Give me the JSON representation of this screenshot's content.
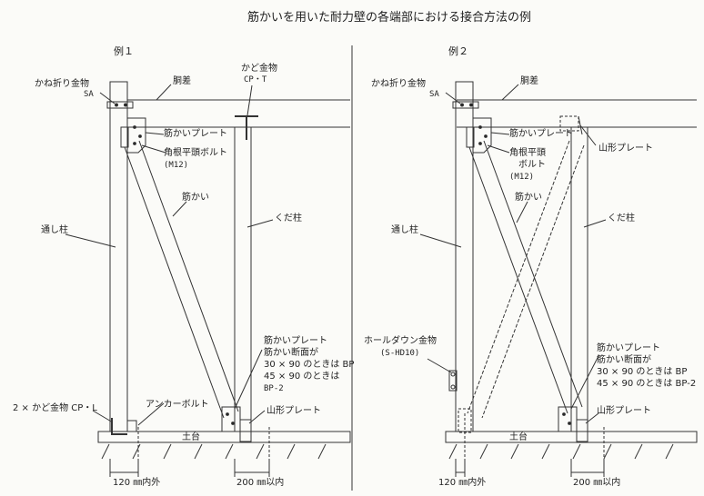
{
  "title": "筋かいを用いた耐力壁の各端部における接合方法の例",
  "example1": {
    "heading": "例１",
    "kanaori": "かね折り金物",
    "kanaori_code": "SA",
    "dousashi": "胴差",
    "kado": "かど金物",
    "kado_code": "CP・T",
    "plate": "筋かいプレート",
    "bolt1": "角根平頭ボルト",
    "bolt2": "(M12)",
    "brace": "筋かい",
    "toshi": "通し柱",
    "kuda": "くだ柱",
    "bp1": "筋かいプレート",
    "bp2": "筋かい断面が",
    "bp3": "30 × 90 のときは BP",
    "bp4": "45 × 90 のときは",
    "bp5": "BP-2",
    "cpl": "2 × かど金物 CP・L",
    "anchor": "アンカーボルト",
    "yama": "山形プレート",
    "dodai": "土台",
    "dim1": "120 ㎜内外",
    "dim2": "200 ㎜以内"
  },
  "example2": {
    "heading": "例２",
    "kanaori": "かね折り金物",
    "kanaori_code": "SA",
    "dousashi": "胴差",
    "yama_top": "山形プレート",
    "plate": "筋かいプレート",
    "bolt1": "角根平頭",
    "bolt2": "ボルト",
    "bolt3": "(M12)",
    "brace": "筋かい",
    "toshi": "通し柱",
    "kuda": "くだ柱",
    "hd1": "ホールダウン金物",
    "hd2": "(S-HD10)",
    "bp1": "筋かいプレート",
    "bp2": "筋かい断面が",
    "bp3": "30 × 90 のときは BP",
    "bp4": "45 × 90 のときは BP-2",
    "yama": "山形プレート",
    "dodai": "土台",
    "dim1": "120 ㎜内外",
    "dim2": "200 ㎜以内"
  }
}
